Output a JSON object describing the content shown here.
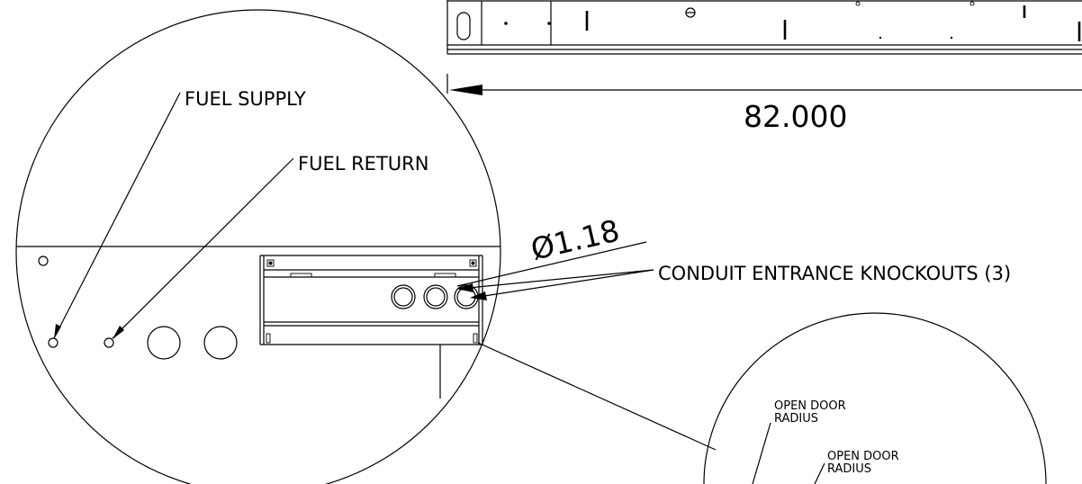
{
  "labels": {
    "fuel_supply": "FUEL SUPPLY",
    "fuel_return": "FUEL RETURN",
    "conduit_knockouts": "CONDUIT ENTRANCE KNOCKOUTS (3)",
    "open_door_radius_1_line1": "OPEN DOOR",
    "open_door_radius_1_line2": "RADIUS",
    "open_door_radius_2_line1": "OPEN DOOR",
    "open_door_radius_2_line2": "RADIUS"
  },
  "dimensions": {
    "overall_length": "82.000",
    "knockout_diameter": "Ø1.18"
  },
  "colors": {
    "line": "#000000",
    "background": "#ffffff"
  }
}
